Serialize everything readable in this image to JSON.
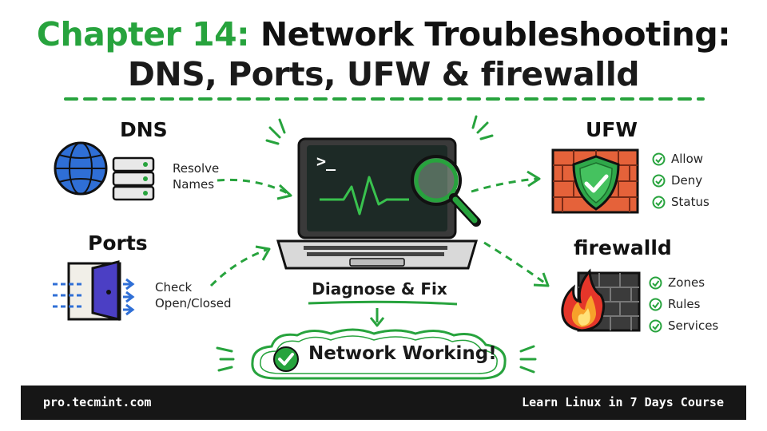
{
  "title": {
    "part1": "Chapter 14:",
    "part2": " Network Troubleshooting:",
    "line2": "DNS, Ports, UFW & firewalld"
  },
  "dns": {
    "title": "DNS",
    "label_line1": "Resolve",
    "label_line2": "Names"
  },
  "ports": {
    "title": "Ports",
    "label_line1": "Check",
    "label_line2": "Open/Closed"
  },
  "ufw": {
    "title": "UFW",
    "items": [
      "Allow",
      "Deny",
      "Status"
    ]
  },
  "firewalld": {
    "title": "firewalld",
    "items": [
      "Zones",
      "Rules",
      "Services"
    ]
  },
  "center": {
    "prompt": ">_",
    "caption": "Diagnose & Fix"
  },
  "result": {
    "label": "Network Working!"
  },
  "footer": {
    "left": "pro.tecmint.com",
    "right": "Learn Linux in 7 Days Course"
  },
  "colors": {
    "green": "#27a33d",
    "brick": "#e5623a",
    "blue": "#2f6fd6",
    "dark": "#161616"
  }
}
